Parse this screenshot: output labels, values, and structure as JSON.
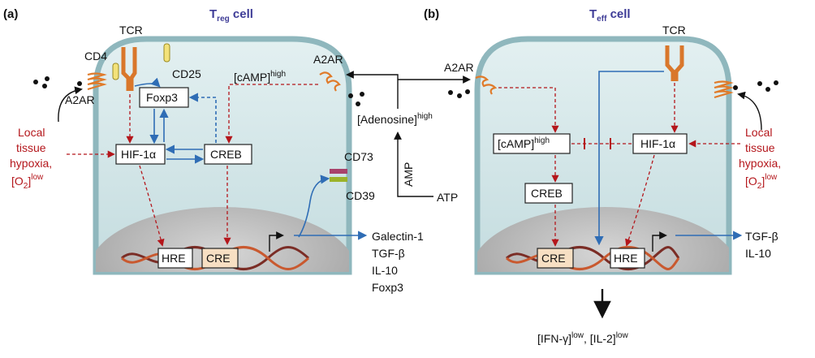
{
  "panels": {
    "a": {
      "label": "(a)",
      "cell_title": "T",
      "cell_title_sub": "reg",
      "cell_title_suffix": " cell"
    },
    "b": {
      "label": "(b)",
      "cell_title": "T",
      "cell_title_sub": "eff",
      "cell_title_suffix": " cell"
    }
  },
  "left": {
    "tcr": "TCR",
    "cd4": "CD4",
    "cd25": "CD25",
    "a2ar_top": "A2AR",
    "a2ar_left": "A2AR",
    "foxp3": "Foxp3",
    "hif": "HIF-1α",
    "creb": "CREB",
    "camp": "[cAMP]",
    "camp_sup": "high",
    "cd73": "CD73",
    "cd39": "CD39",
    "hre": "HRE",
    "cre": "CRE",
    "hypoxia": [
      "Local",
      "tissue",
      "hypoxia,"
    ],
    "o2": "[O",
    "o2_sub": "2",
    "o2_close": "]",
    "o2_sup": "low",
    "outputs": [
      "Galectin-1",
      "TGF-β",
      "IL-10",
      "Foxp3"
    ]
  },
  "center": {
    "adenosine": "[Adenosine]",
    "adenosine_sup": "high",
    "amp": "AMP",
    "atp": "ATP"
  },
  "right": {
    "tcr": "TCR",
    "a2ar": "A2AR",
    "camp": "[cAMP]",
    "camp_sup": "high",
    "hif": "HIF-1α",
    "creb": "CREB",
    "cre": "CRE",
    "hre": "HRE",
    "hypoxia": [
      "Local",
      "tissue",
      "hypoxia,"
    ],
    "o2": "[O",
    "o2_sub": "2",
    "o2_close": "]",
    "o2_sup": "low",
    "outputs": [
      "TGF-β",
      "IL-10"
    ],
    "bottom": "[IFN-γ]",
    "bottom_sup": "low",
    "bottom_mid": ", [IL-2]",
    "bottom_sup2": "low"
  },
  "colors": {
    "cell_fill": "#cfe4e6",
    "cell_stroke": "#8fb7bd",
    "nucleus": "#a9a9a9",
    "red_arrow": "#b4161b",
    "blue_arrow": "#2f6db5",
    "a2ar_receptor": "#e07b2a",
    "tcr_receptor": "#d9772b",
    "title": "#3e3c97"
  }
}
